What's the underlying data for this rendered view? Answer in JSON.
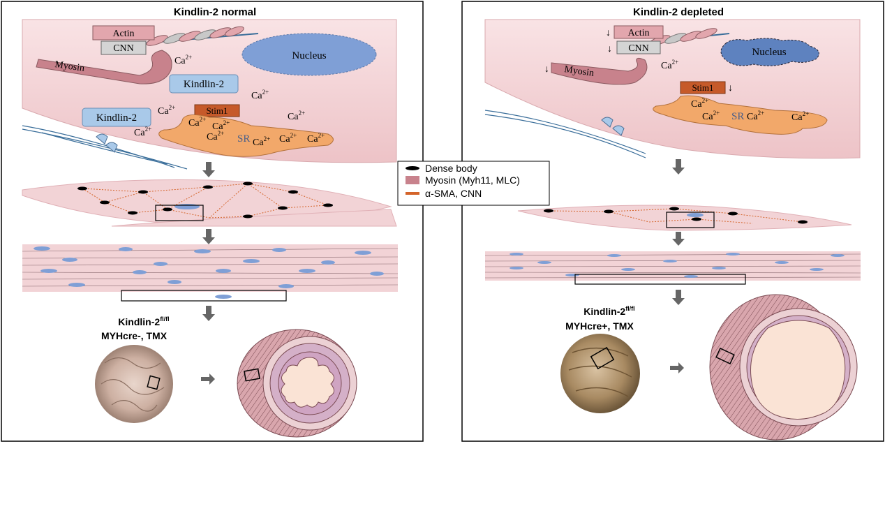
{
  "panels": {
    "left": {
      "title": "Kindlin-2 normal",
      "actin": "Actin",
      "cnn": "CNN",
      "myosin": "Myosin",
      "nucleus": "Nucleus",
      "kindlin_cyto": "Kindlin-2",
      "kindlin_membrane": "Kindlin-2",
      "stim1": "Stim1",
      "sr": "SR",
      "genotype": "Kindlin-2",
      "genotype_sup": "fl/fl",
      "genotype_line2": "MYHcre-, TMX"
    },
    "right": {
      "title": "Kindlin-2 depleted",
      "actin": "Actin",
      "cnn": "CNN",
      "myosin": "Myosin",
      "nucleus": "Nucleus",
      "stim1": "Stim1",
      "sr": "SR",
      "down_arrow": "↓",
      "genotype": "Kindlin-2",
      "genotype_sup": "fl/fl",
      "genotype_line2": "MYHcre+, TMX"
    }
  },
  "calcium": {
    "base": "Ca",
    "charge": "2+"
  },
  "legend": {
    "items": [
      {
        "label": "Dense body",
        "color": "#000000"
      },
      {
        "label": "Myosin (Myh11, MLC)",
        "color": "#c8828c"
      },
      {
        "label": "α-SMA, CNN",
        "color": "#d4642a"
      }
    ]
  },
  "colors": {
    "cell_fill": "#f2d3d6",
    "actin_fill": "#e2a6ad",
    "cnn_fill": "#d4d4d4",
    "nucleus_fill": "#7f9fd6",
    "kindlin_fill": "#a9c9e9",
    "stim_fill": "#c65a2a",
    "sr_fill": "#f2a86a",
    "myosin_fill": "#c8828c"
  }
}
